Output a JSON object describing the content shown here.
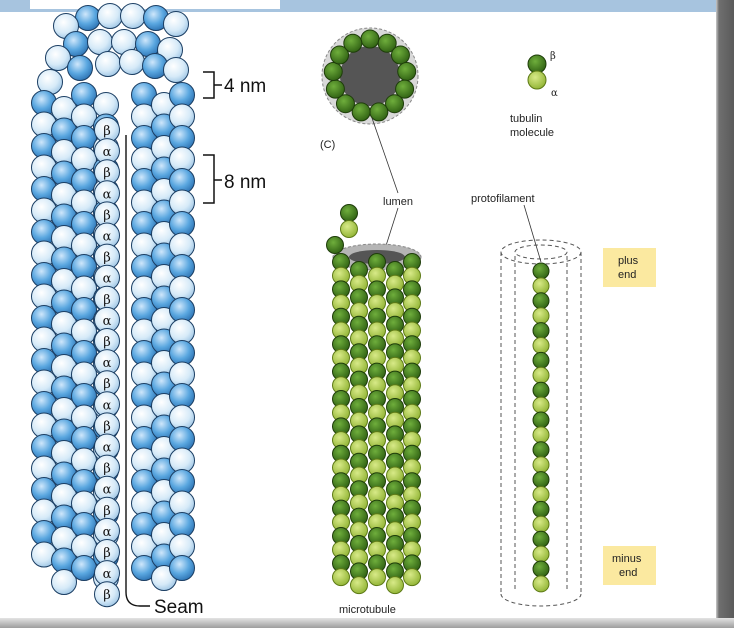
{
  "left_panel": {
    "dim_4nm": "4 nm",
    "dim_8nm": "8 nm",
    "seam_label": "Seam",
    "subunit_beta": "β",
    "subunit_alpha": "α"
  },
  "right_panel": {
    "panel_label": "(C)",
    "tubulin_label_line1": "tubulin",
    "tubulin_label_line2": "molecule",
    "tubulin_beta": "β",
    "tubulin_alpha": "α",
    "lumen_label": "lumen",
    "protofilament_label": "protofilament",
    "plus_end_line1": "plus",
    "plus_end_line2": "end",
    "minus_end_line1": "minus",
    "minus_end_line2": "end",
    "microtubule_label": "microtubule"
  },
  "colors": {
    "light_blue": "#d6eaf8",
    "blue": "#5aa7e0",
    "dark_green": "#3e7a1c",
    "light_green": "#a9c94a",
    "lumen_grey": "#555555",
    "callout_yellow": "#fbe9a0"
  }
}
